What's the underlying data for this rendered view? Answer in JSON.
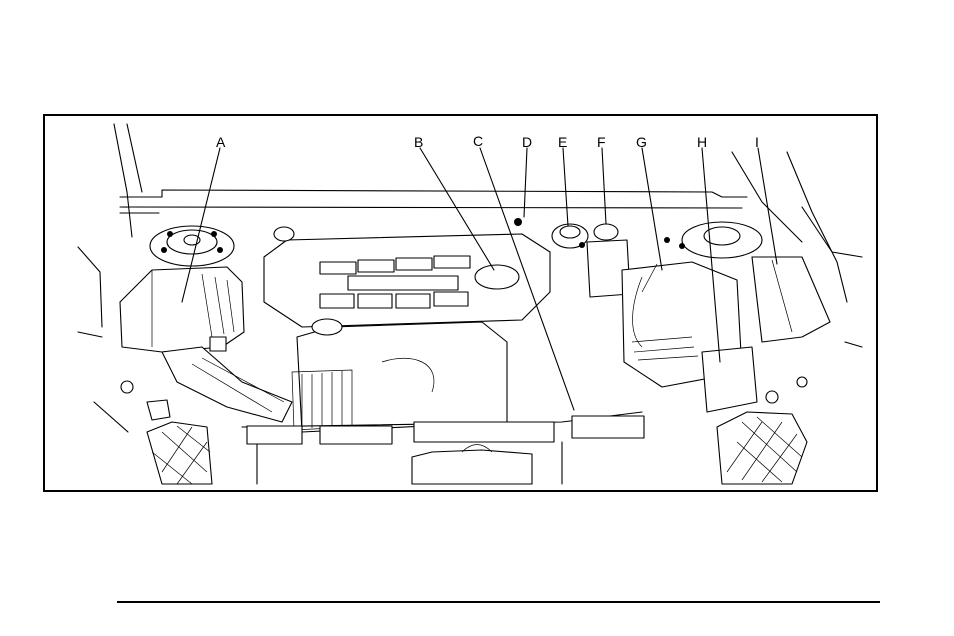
{
  "figure": {
    "callouts": [
      {
        "id": "A",
        "label": "A"
      },
      {
        "id": "B",
        "label": "B"
      },
      {
        "id": "C",
        "label": "C"
      },
      {
        "id": "D",
        "label": "D"
      },
      {
        "id": "E",
        "label": "E"
      },
      {
        "id": "F",
        "label": "F"
      },
      {
        "id": "G",
        "label": "G"
      },
      {
        "id": "H",
        "label": "H"
      },
      {
        "id": "I",
        "label": "I"
      }
    ]
  }
}
